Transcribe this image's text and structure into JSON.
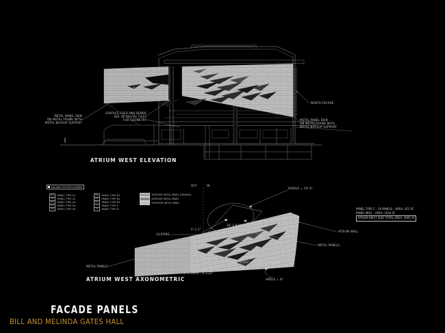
{
  "colors": {
    "background": "#000000",
    "accent_gold": "#C9932F",
    "panel_gray": "#B8B8B8",
    "line_gray": "#9AA0A6",
    "legend_swatch_interior_framed": "#9E9E9E",
    "legend_swatch_interior": "#848484",
    "legend_swatch_exterior": "#BDBDBD"
  },
  "titles": {
    "main": "FACADE PANELS",
    "subtitle": "BILL AND MELINDA GATES HALL"
  },
  "elevation": {
    "caption": "ATRIUM WEST ELEVATION",
    "note_left": "METAL PANEL SKIN\nON METAL FRAME WITH\nMETAL BACKUP SUPPORT",
    "note_surface": "SURFACE FOLD AND BENDS\nSEE 3D DIGITAL FILES\nFOR GEOMETRY",
    "note_north_facade": "NORTH FACADE",
    "note_right": "METAL PANEL SKIN\nON METAL FRAME WITH\nMETAL BACKUP SUPPORT"
  },
  "axonometric": {
    "caption": "ATRIUM WEST AXONOMETRIC",
    "legend": {
      "title": "FACADE SYSTEM LEGEND",
      "panel_types": [
        {
          "code": "A1",
          "label": "PANEL TYPE A1"
        },
        {
          "code": "A2",
          "label": "PANEL TYPE A2"
        },
        {
          "code": "A3",
          "label": "PANEL TYPE A3"
        },
        {
          "code": "A4",
          "label": "PANEL TYPE A4"
        },
        {
          "code": "A5",
          "label": "PANEL TYPE A5"
        },
        {
          "code": "B1",
          "label": "PANEL TYPE B1"
        },
        {
          "code": "B2",
          "label": "PANEL TYPE B2"
        },
        {
          "code": "B3",
          "label": "PANEL TYPE B3"
        },
        {
          "code": "C",
          "label": "PANEL TYPE C"
        },
        {
          "code": "D",
          "label": "PANEL TYPE D"
        }
      ],
      "swatches": [
        {
          "label": "INTERIOR METAL PANEL (FRAMED)"
        },
        {
          "label": "INTERIOR METAL PANEL"
        },
        {
          "label": "EXTERIOR METAL PANEL"
        }
      ]
    },
    "labels": {
      "out": "OUT",
      "in": "IN",
      "radius": "RADIUS = 19'-0\"",
      "glazing": "GLAZING",
      "dim_offset": "0'-2.2\"",
      "dim_mid": "36'-1 9/16\", 2'-2\"",
      "metal_panels_left": "METAL PANELS",
      "metal_panels_right": "METAL PANELS",
      "atrium_wall": "ATRIUM WALL",
      "dim_bottom_left": "3'-3 29/64\", 6 1/32\"",
      "dim_bottom_right": "34'-7 11/64\", 2'-2 7/8\", 26 3/64\"",
      "angle": "ANGLE = 8°"
    },
    "stats": [
      "PANEL TYPE C - 19 PANELS - AREA: 451 SF",
      "PANEL MISC - AREA: 1634 SF",
      "ATRIUM WEST SIDE TOTAL AREA: 2085 SF"
    ]
  }
}
